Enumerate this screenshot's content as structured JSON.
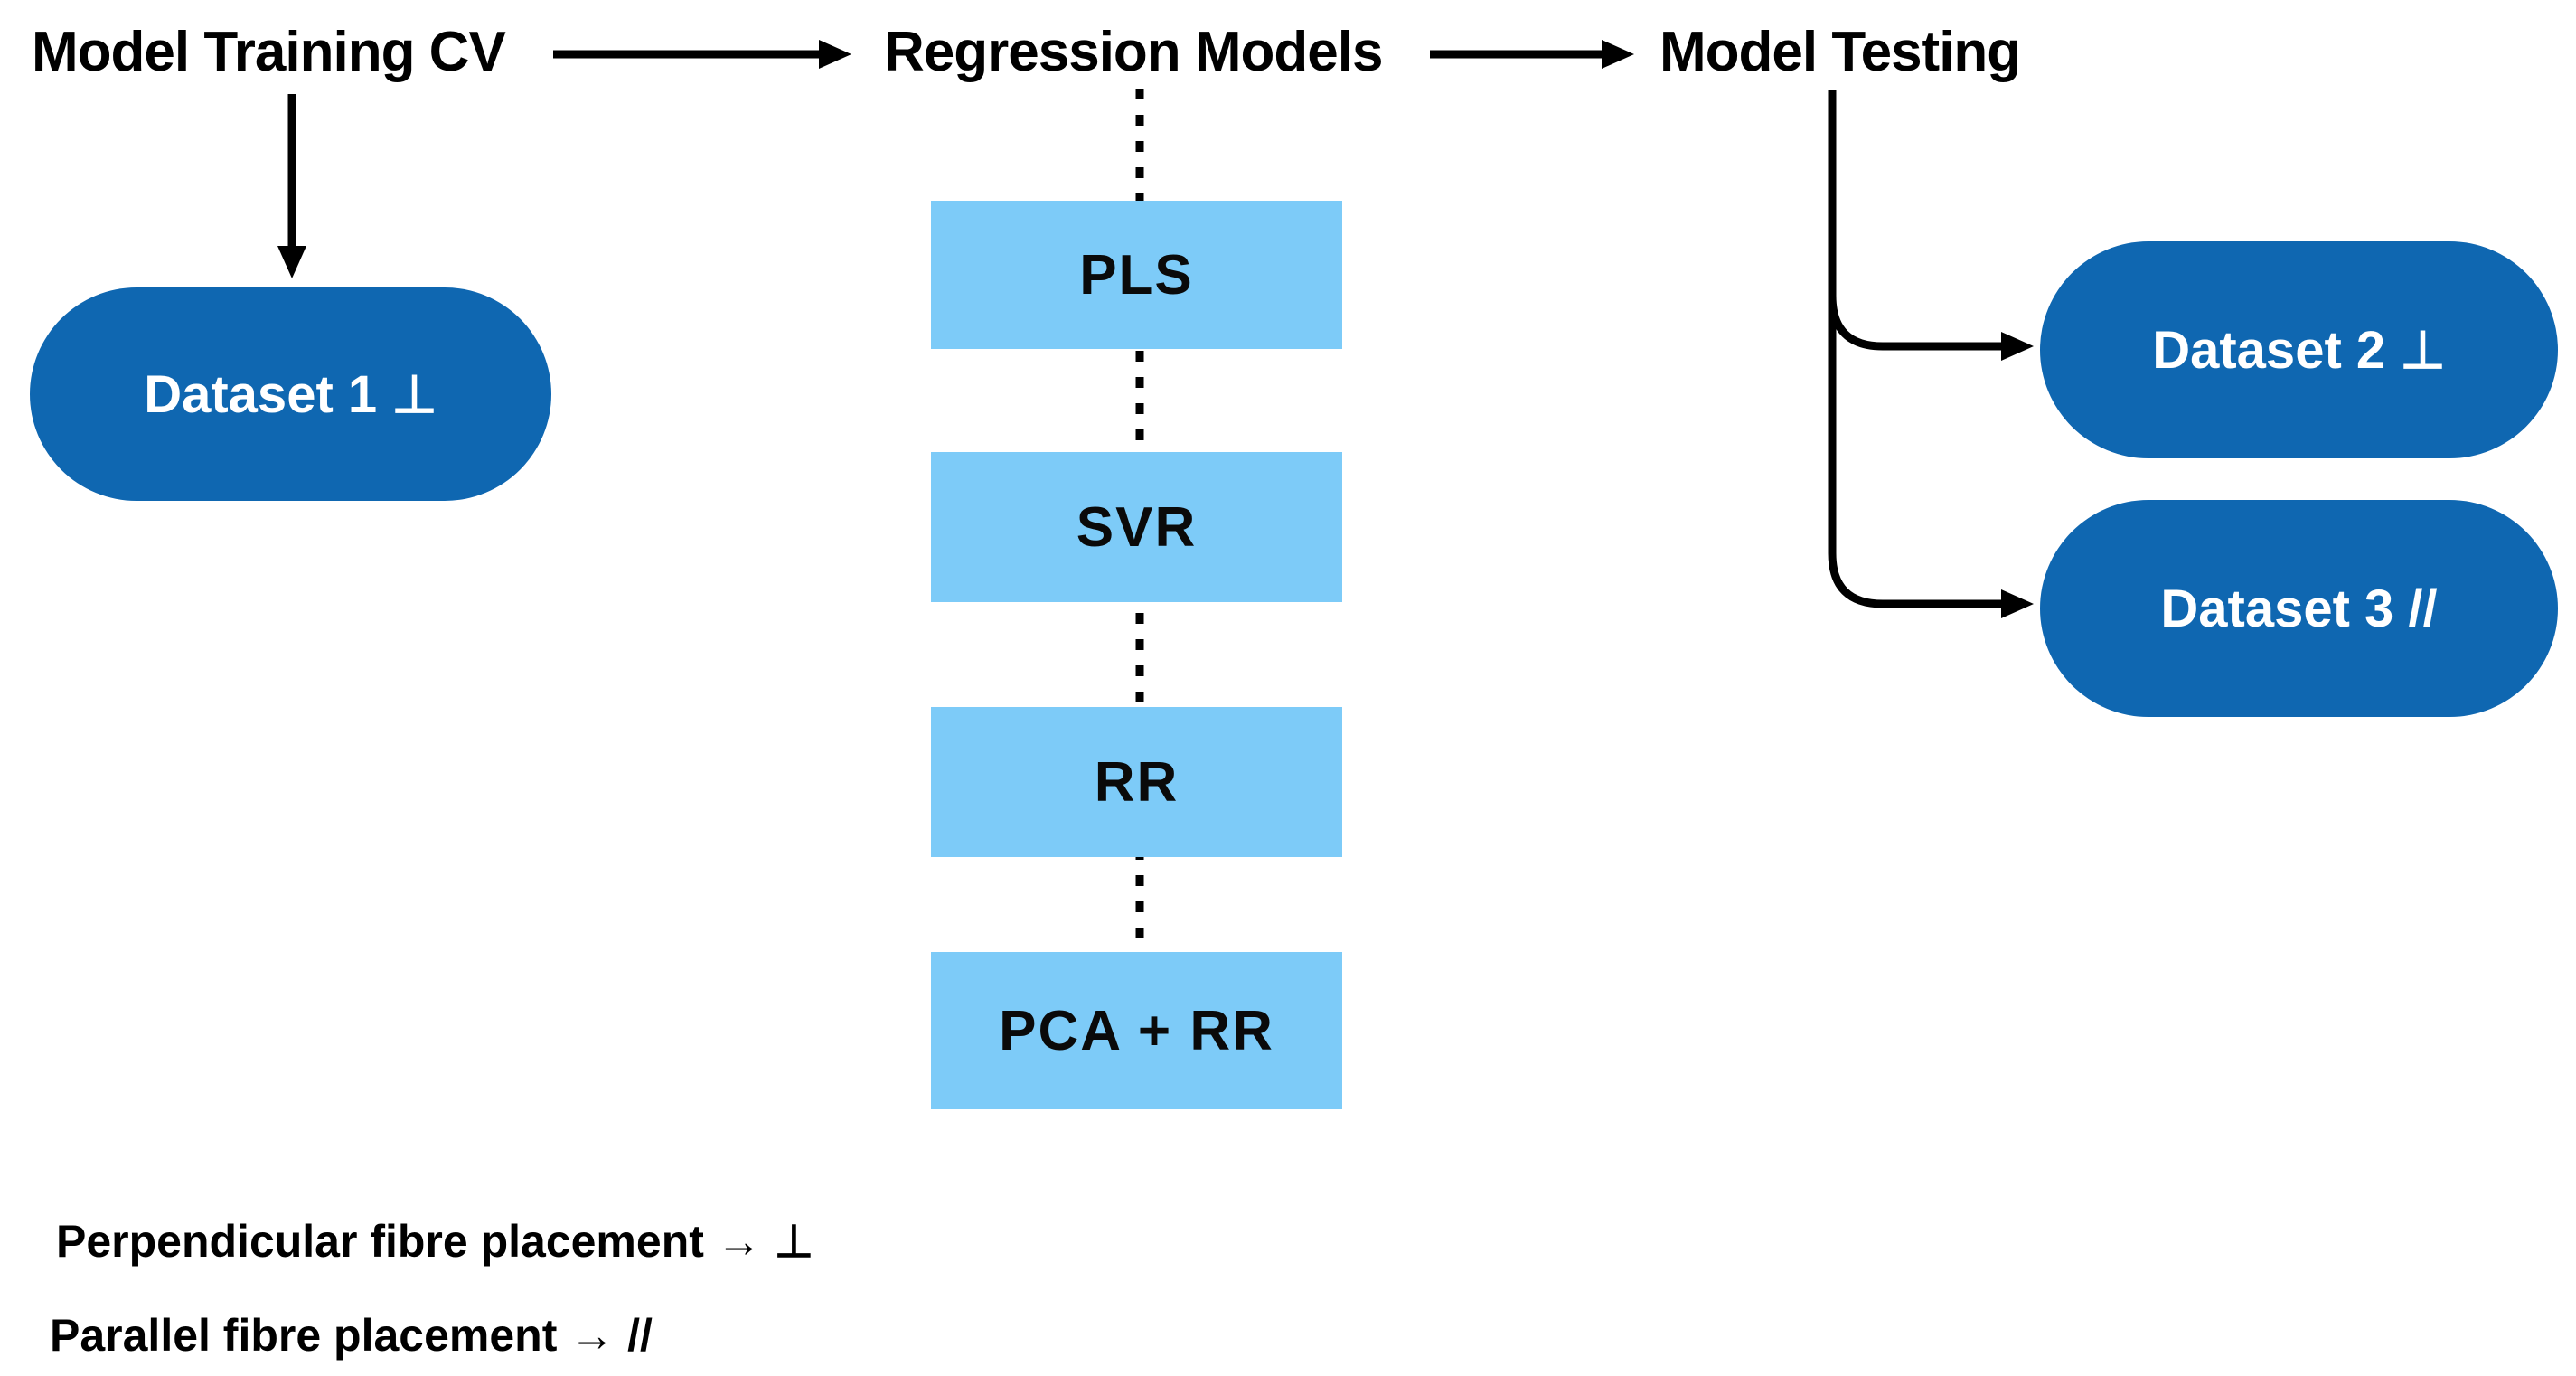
{
  "diagram": {
    "headers": [
      {
        "label": "Model Training CV"
      },
      {
        "label": "Regression Models"
      },
      {
        "label": "Model Testing"
      }
    ],
    "training": {
      "dataset": "Dataset 1 ⊥"
    },
    "models": [
      {
        "label": "PLS"
      },
      {
        "label": "SVR"
      },
      {
        "label": "RR"
      },
      {
        "label": "PCA + RR"
      }
    ],
    "testing": {
      "datasets": [
        "Dataset 2 ⊥",
        "Dataset 3 //"
      ]
    },
    "legend": {
      "lines": [
        "Perpendicular fibre placement → ⊥",
        "Parallel fibre placement → //"
      ]
    },
    "colors": {
      "dataset_pill": "#0F67B1",
      "model_box": "#7DCBF8",
      "connector": "#000000",
      "background": "#FFFFFF"
    }
  }
}
